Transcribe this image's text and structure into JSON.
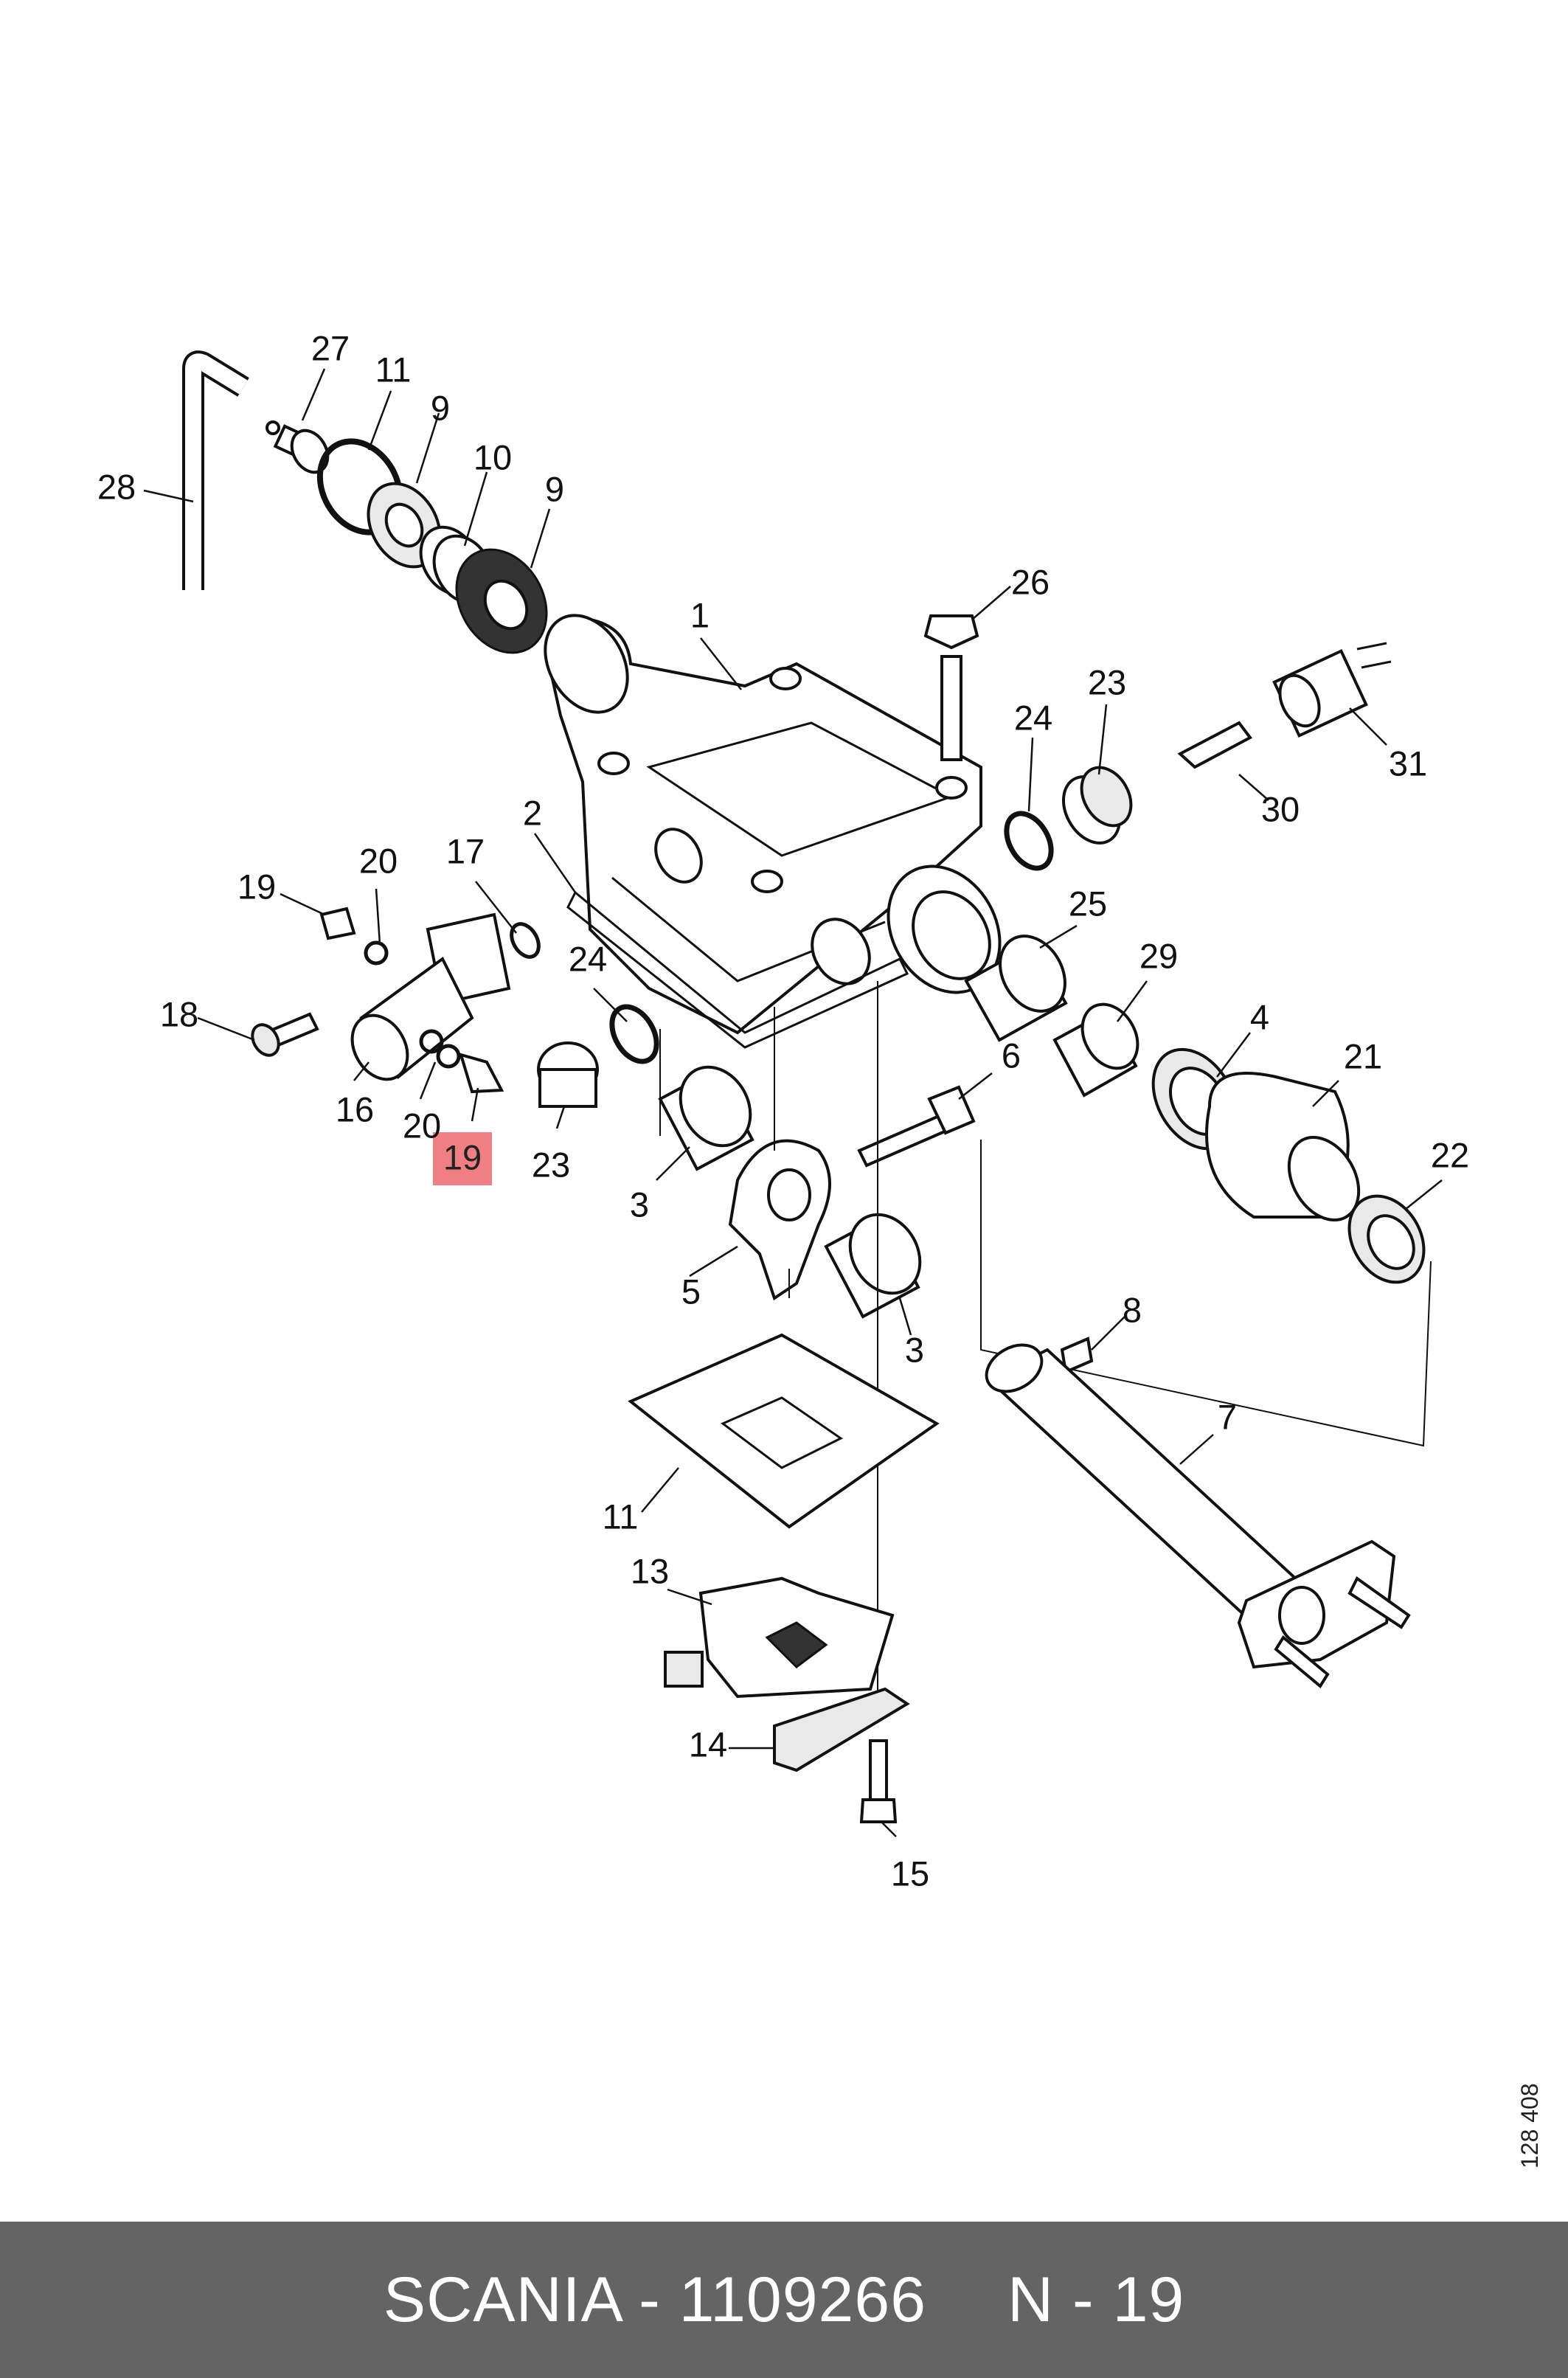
{
  "diagram": {
    "part_labels": [
      "27",
      "11",
      "9",
      "10",
      "9",
      "28",
      "1",
      "26",
      "23",
      "24",
      "31",
      "30",
      "2",
      "17",
      "20",
      "19",
      "24",
      "25",
      "29",
      "4",
      "21",
      "18",
      "16",
      "20",
      "19",
      "23",
      "6",
      "3",
      "22",
      "5",
      "3",
      "8",
      "7",
      "11",
      "13",
      "14",
      "15"
    ],
    "highlighted_label": "19",
    "highlight_color": "#f07f83",
    "ref_code": "128 408"
  },
  "footer": {
    "brand_part": "SCANIA - 1109266",
    "position": "N - 19",
    "background": "#646464"
  }
}
